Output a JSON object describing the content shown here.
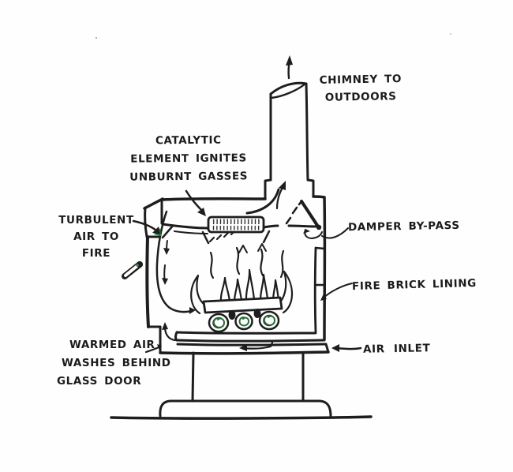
{
  "title": "Hand-drawn cross-section diagram of a catalytic wood stove",
  "colors": {
    "ink": "#1d1d1d",
    "paper": "#fefefe",
    "accent_green": "#2f8f46"
  },
  "labels": {
    "chimney": {
      "line1": "CHIMNEY TO",
      "line2": "OUTDOORS"
    },
    "catalytic": {
      "line1": "CATALYTIC",
      "line2": "ELEMENT IGNITES",
      "line3": "UNBURNT GASSES"
    },
    "turbulent": {
      "line1": "TURBULENT",
      "line2": "AIR TO",
      "line3": "FIRE"
    },
    "damper": {
      "text": "DAMPER BY-PASS"
    },
    "firebrick": {
      "text": "FIRE BRICK LINING"
    },
    "air_inlet": {
      "text": "AIR INLET"
    },
    "warmed": {
      "line1": "WARMED AIR",
      "line2": "WASHES BEHIND",
      "line3": "GLASS DOOR"
    }
  }
}
